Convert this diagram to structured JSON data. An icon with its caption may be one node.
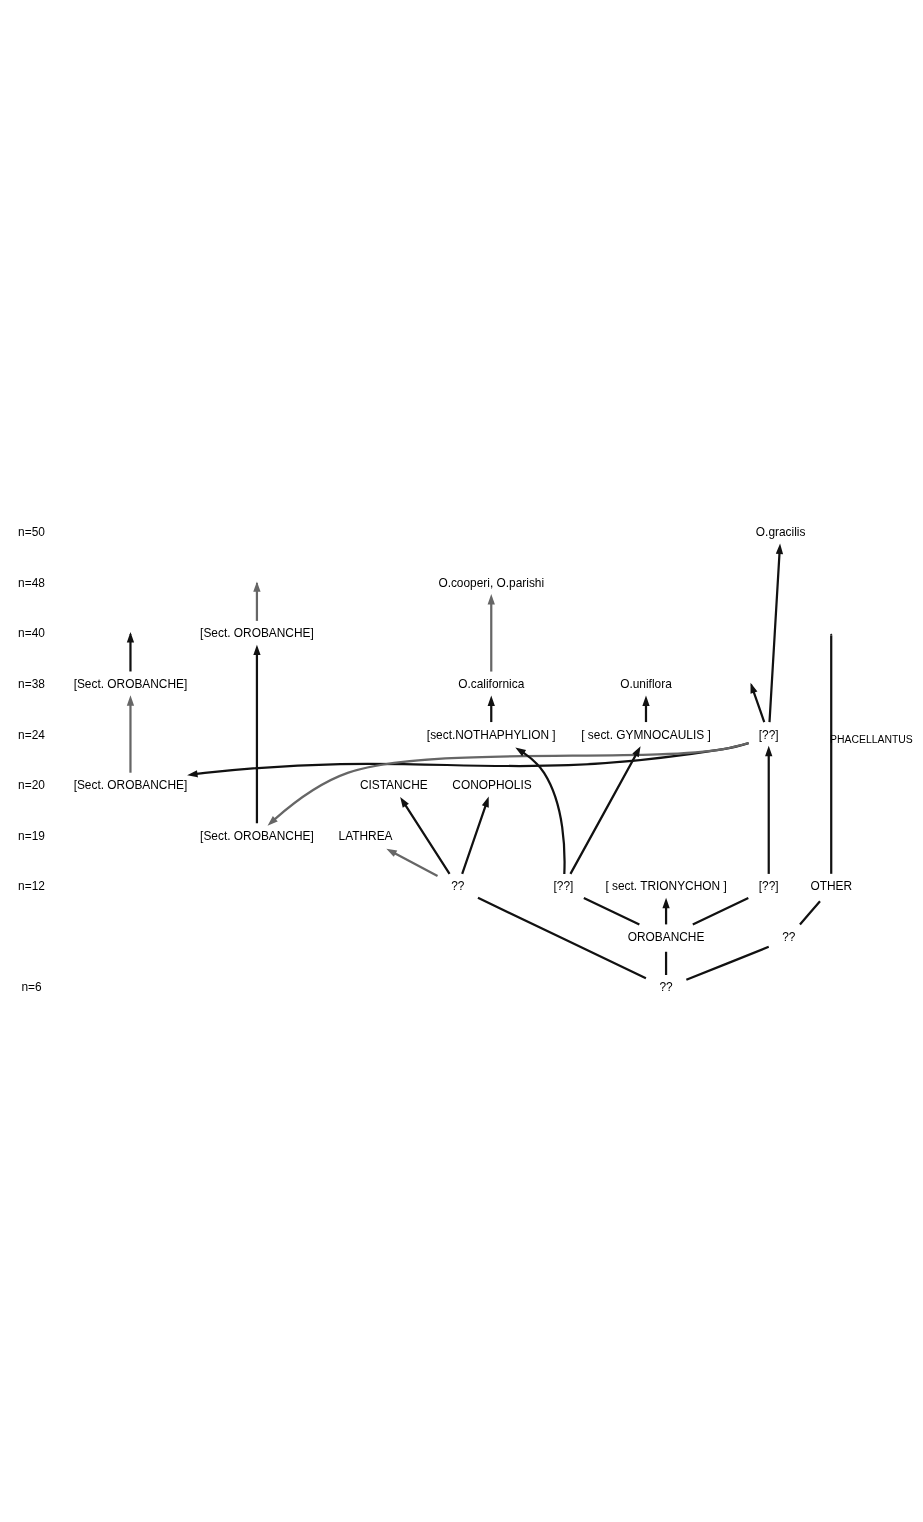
{
  "diagram": {
    "nodes": [
      {
        "text": [
          "O.gracilis"
        ]
      },
      {
        "text": [
          "O.cooperi, O.parishi"
        ]
      },
      {
        "text": [
          "[Sect. OROBANCHE]"
        ]
      },
      {
        "text": [
          "[Sect. OROBANCHE]"
        ]
      },
      {
        "text": [
          "O.uniflora"
        ]
      },
      {
        "text": [
          "O.californica"
        ]
      },
      {
        "text": [
          "[??]"
        ]
      },
      {
        "text": [
          "[ sect. GYMNOCAULIS ]"
        ]
      },
      {
        "text": [
          "[sect.NOTHAPHYLION ]"
        ]
      },
      {
        "text": [
          "[Sect. OROBANCHE]"
        ]
      },
      {
        "text": [
          "CISTANCHE"
        ]
      },
      {
        "text": [
          "CONOPHOLIS"
        ]
      },
      {
        "text": [
          "[Sect. OROBANCHE]"
        ]
      },
      {
        "text": [
          "LATHREA"
        ]
      },
      {
        "text": [
          "OTHER"
        ]
      },
      {
        "text": [
          "[ sect. TRIONYCHON ]"
        ]
      },
      {
        "text": [
          "[??]"
        ]
      },
      {
        "text": [
          "[??]"
        ]
      },
      {
        "text": [
          "??"
        ]
      },
      {
        "text": [
          "OROBANCHE"
        ]
      },
      {
        "text": [
          "??"
        ]
      },
      {
        "text": [
          "??"
        ]
      }
    ],
    "edges": [
      {
        "from": 6,
        "to": null,
        "arrow": "to"
      },
      {
        "from": 6,
        "to": 0,
        "arrow": "to"
      },
      {
        "from": 2,
        "to": null,
        "arrow": "to",
        "color": "#666666"
      },
      {
        "from": 3,
        "to": null,
        "arrow": "to"
      },
      {
        "from": 12,
        "to": 2,
        "arrow": "to"
      },
      {
        "from": 9,
        "to": 3,
        "arrow": "to",
        "color": "#666666"
      },
      {
        "from": 6,
        "to": 9,
        "arrow": "to"
      },
      {
        "from": 6,
        "to": 12,
        "arrow": "to",
        "color": "#666666"
      },
      {
        "from": 16,
        "to": 6,
        "arrow": "to"
      },
      {
        "from": 19,
        "to": 15,
        "arrow": "to"
      },
      {
        "from": 19,
        "to": 16,
        "arrow": "none"
      },
      {
        "from": 19,
        "to": 17,
        "arrow": "none"
      },
      {
        "from": 17,
        "to": 7,
        "arrow": "to"
      },
      {
        "from": 17,
        "to": 8,
        "arrow": "to"
      },
      {
        "from": 7,
        "to": 4,
        "arrow": "to"
      },
      {
        "from": 8,
        "to": 5,
        "arrow": "to"
      },
      {
        "from": 5,
        "to": 1,
        "arrow": "to",
        "color": "#666666"
      },
      {
        "from": 18,
        "to": 10,
        "arrow": "to"
      },
      {
        "from": 18,
        "to": 13,
        "arrow": "to",
        "color": "#666666"
      },
      {
        "from": 18,
        "to": 11,
        "arrow": "to"
      },
      {
        "from": 21,
        "to": 19,
        "arrow": "none"
      },
      {
        "from": 21,
        "to": 18,
        "arrow": "none"
      },
      {
        "from": 21,
        "to": 20,
        "arrow": "none"
      },
      {
        "from": 20,
        "to": 14,
        "arrow": "none"
      },
      {
        "from": 14,
        "to": null,
        "arrow": "none",
        "label": "PHACELLANTUS"
      }
    ],
    "labels": [
      "n=50",
      "n=48",
      "n=40",
      "n=38",
      "n=24",
      "n=20",
      "n=19",
      "n=12",
      "n=6"
    ]
  }
}
